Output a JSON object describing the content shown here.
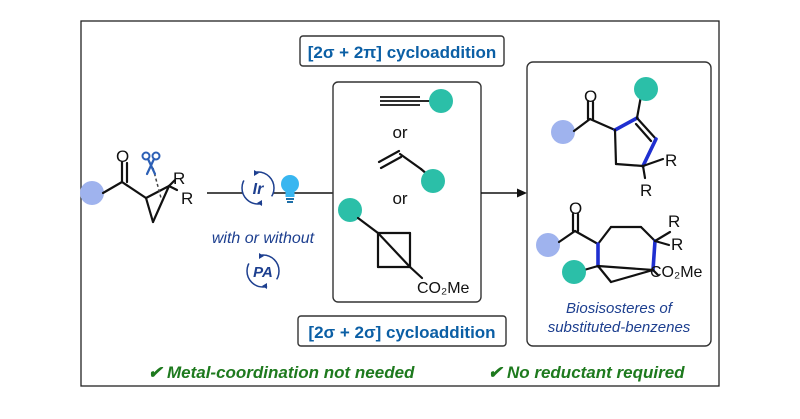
{
  "title_box": {
    "text": "[2σ + 2π] cycloaddition",
    "color": "#0b5fa5"
  },
  "bottom_box": {
    "text": "[2σ + 2σ] cycloaddition",
    "color": "#0b5fa5"
  },
  "reactant": {
    "oxygen": "O",
    "substituent_1": "R",
    "substituent_2": "R"
  },
  "catalysts": {
    "ir_label": "Ir",
    "condition_label": "with or without",
    "pa_label": "PA",
    "color": "#1d3f8f"
  },
  "reagents_box": {
    "or_1": "or",
    "or_2": "or",
    "ester_label": "CO₂Me"
  },
  "products_box": {
    "product1": {
      "oxygen": "O",
      "r1": "R",
      "r2": "R"
    },
    "product2": {
      "oxygen": "O",
      "r1": "R",
      "r2": "R",
      "ester": "CO₂Me"
    },
    "caption_line1": "Biosisosteres of",
    "caption_line2": "substituted-benzenes",
    "caption_color": "#1d3f8f"
  },
  "footer": {
    "left": "✔ Metal-coordination not needed",
    "right": "✔ No reductant required",
    "color": "#1e7a1e"
  },
  "colors": {
    "teal_dot": "#2bbfa8",
    "lavender_dot": "#9fb3ee",
    "bond_highlight": "#1f2fd0",
    "bulb": "#38b6f0",
    "scissors": "#2c5fb5"
  }
}
